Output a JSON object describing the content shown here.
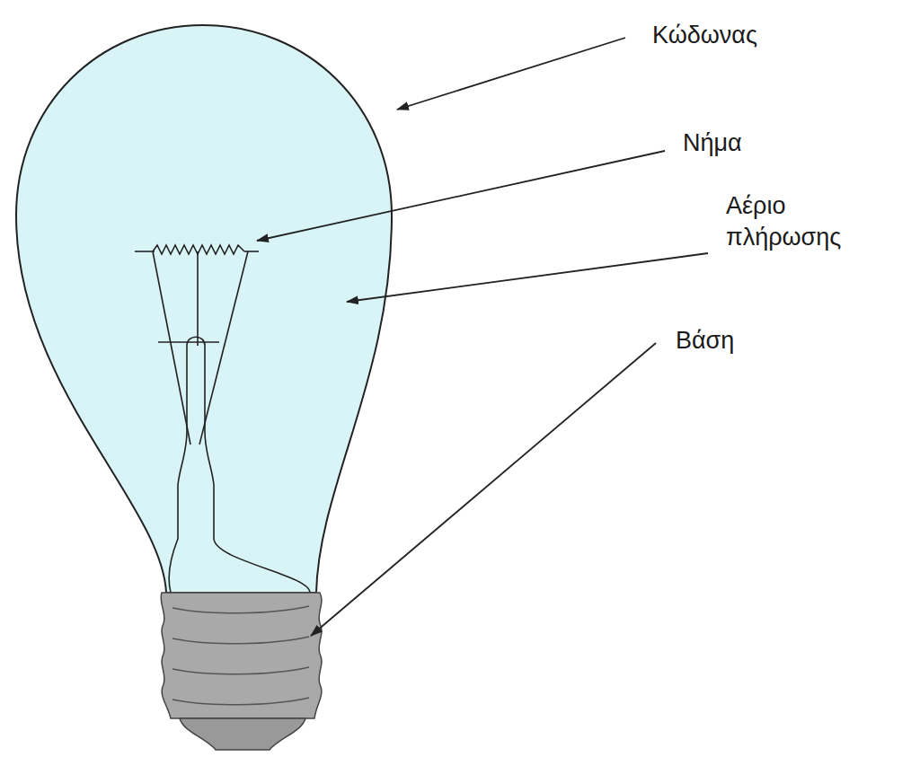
{
  "diagram": {
    "labels": [
      "Κώδωνας",
      "Νήμα",
      "Αέριο πλήρωσης",
      "Βάση"
    ]
  }
}
